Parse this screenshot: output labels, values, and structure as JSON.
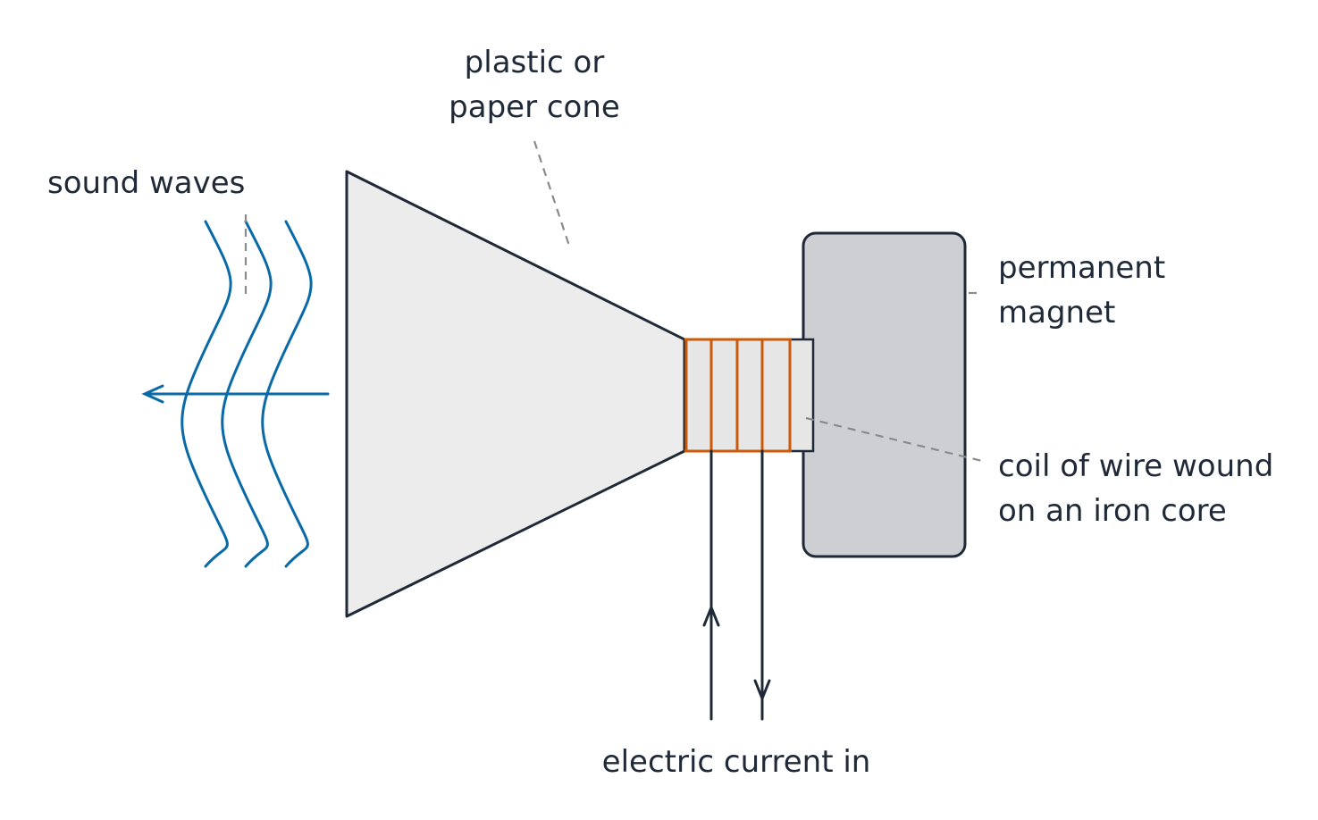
{
  "labels": {
    "sound_waves": "sound waves",
    "cone_line1": "plastic or",
    "cone_line2": "paper cone",
    "magnet_line1": "permanent",
    "magnet_line2": "magnet",
    "coil_line1": "coil of wire wound",
    "coil_line2": "on an iron core",
    "current": "electric current in"
  },
  "colors": {
    "ink": "#1f2937",
    "wave": "#0a6aa8",
    "coil": "#cc5a0a",
    "cone_fill": "#ececec",
    "magnet_fill": "#cdcfd3",
    "core_fill": "#e6e6e6",
    "leader": "#8a8a8a"
  }
}
